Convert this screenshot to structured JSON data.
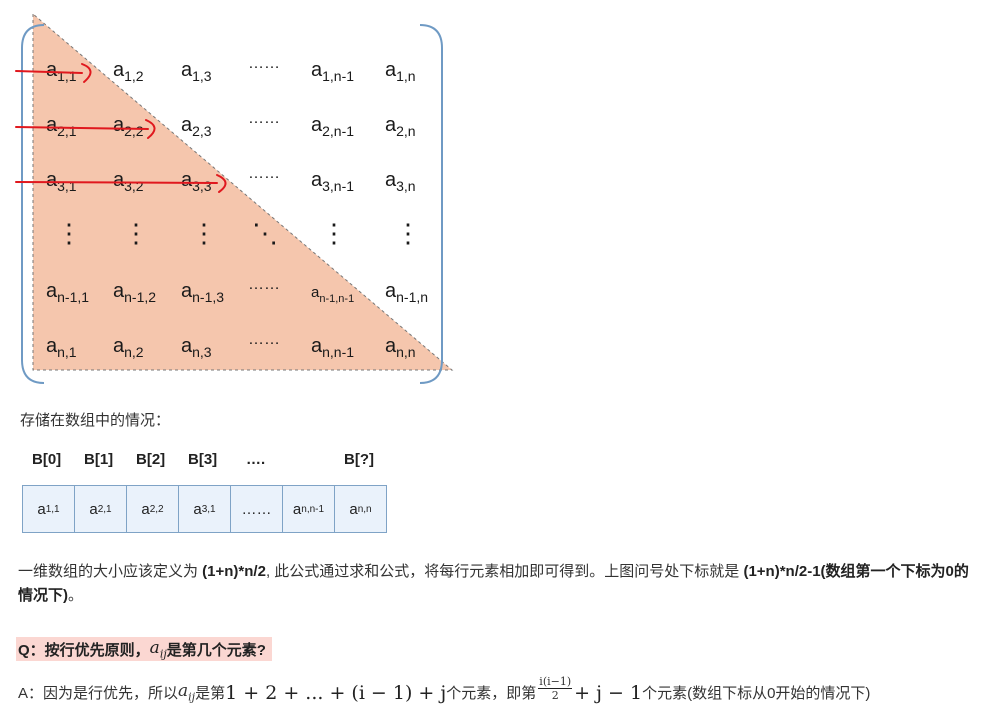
{
  "matrix": {
    "rows": [
      {
        "cells": [
          {
            "a": "a",
            "s": "1,1"
          },
          {
            "a": "a",
            "s": "1,2"
          },
          {
            "a": "a",
            "s": "1,3"
          },
          {
            "a": "……",
            "s": ""
          },
          {
            "a": "a",
            "s": "1,n-1"
          },
          {
            "a": "a",
            "s": "1,n"
          }
        ]
      },
      {
        "cells": [
          {
            "a": "a",
            "s": "2,1"
          },
          {
            "a": "a",
            "s": "2,2"
          },
          {
            "a": "a",
            "s": "2,3"
          },
          {
            "a": "……",
            "s": ""
          },
          {
            "a": "a",
            "s": "2,n-1"
          },
          {
            "a": "a",
            "s": "2,n"
          }
        ]
      },
      {
        "cells": [
          {
            "a": "a",
            "s": "3,1"
          },
          {
            "a": "a",
            "s": "3,2"
          },
          {
            "a": "a",
            "s": "3,3"
          },
          {
            "a": "……",
            "s": ""
          },
          {
            "a": "a",
            "s": "3,n-1"
          },
          {
            "a": "a",
            "s": "3,n"
          }
        ]
      },
      {
        "cells": [
          {
            "a": "⋮",
            "s": ""
          },
          {
            "a": "⋮",
            "s": ""
          },
          {
            "a": "⋮",
            "s": ""
          },
          {
            "a": "⋱",
            "s": ""
          },
          {
            "a": "⋮",
            "s": ""
          },
          {
            "a": "⋮",
            "s": ""
          }
        ]
      },
      {
        "cells": [
          {
            "a": "a",
            "s": "n-1,1"
          },
          {
            "a": "a",
            "s": "n-1,2"
          },
          {
            "a": "a",
            "s": "n-1,3"
          },
          {
            "a": "……",
            "s": ""
          },
          {
            "a": "a",
            "s": "n-1,n-1"
          },
          {
            "a": "a",
            "s": "n-1,n"
          }
        ]
      },
      {
        "cells": [
          {
            "a": "a",
            "s": "n,1"
          },
          {
            "a": "a",
            "s": "n,2"
          },
          {
            "a": "a",
            "s": "n,3"
          },
          {
            "a": "……",
            "s": ""
          },
          {
            "a": "a",
            "s": "n,n-1"
          },
          {
            "a": "a",
            "s": "n,n"
          }
        ]
      }
    ],
    "fill_color": "#f5c6ad",
    "bracket_color": "#6f9ac4",
    "arrow_color": "#e0181e"
  },
  "storage_label": "存储在数组中的情况：",
  "array": {
    "indices": [
      "B[0]",
      "B[1]",
      "B[2]",
      "B[3]",
      "….",
      "B[?]"
    ],
    "cells": [
      {
        "a": "a",
        "s": "1,1"
      },
      {
        "a": "a",
        "s": "2,1"
      },
      {
        "a": "a",
        "s": "2,2"
      },
      {
        "a": "a",
        "s": "3,1"
      },
      {
        "a": "……",
        "s": ""
      },
      {
        "a": "a",
        "s": "n,n-1"
      },
      {
        "a": "a",
        "s": "n,n"
      }
    ]
  },
  "paragraph": {
    "t1": "一维数组的大小应该定义为 ",
    "b1": "(1+n)*n/2",
    "t2": ", 此公式通过求和公式，将每行元素相加即可得到。上图问号处下标就是 ",
    "b2": "(1+n)*n/2-1(数组第一个下标为0的情况下)",
    "t3": "。"
  },
  "question": {
    "prefix": "Q：按行优先原则，",
    "math": "a",
    "math_sub": "ij",
    "suffix": " 是第几个元素?"
  },
  "answer": {
    "prefix": "A：因为是行优先，所以 ",
    "math": "a",
    "math_sub": "ij",
    "mid1": " 是第 ",
    "sum_expr": "1 + 2 + ... + (i − 1) + j",
    "mid2": " 个元素，即第",
    "frac_num": "i(i−1)",
    "frac_den": "2",
    "tail_expr": "+ j − 1",
    "suffix": " 个元素(数组下标从0开始的情况下)"
  }
}
